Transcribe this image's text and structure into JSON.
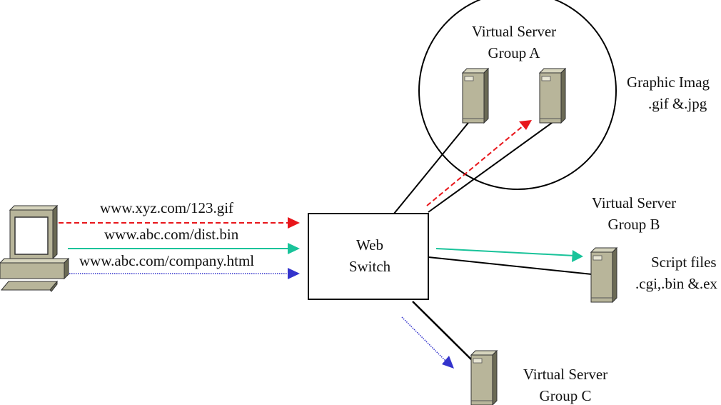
{
  "client": {
    "name": "client-computer"
  },
  "requests": [
    {
      "url": "www.xyz.com/123.gif",
      "color": "#e8161b",
      "style": "dashed"
    },
    {
      "url": "www.abc.com/dist.bin",
      "color": "#19c39a",
      "style": "solid"
    },
    {
      "url": "www.abc.com/company.html",
      "color": "#3333cc",
      "style": "dotted"
    }
  ],
  "switch": {
    "line1": "Web",
    "line2": "Switch"
  },
  "groups": {
    "a": {
      "line1": "Virtual Server",
      "line2": "Group A",
      "content1": "Graphic Imag",
      "content2": ".gif &.jpg"
    },
    "b": {
      "line1": "Virtual Server",
      "line2": "Group B",
      "content1": "Script files",
      "content2": ".cgi,.bin &.ex"
    },
    "c": {
      "line1": "Virtual Server",
      "line2": "Group C"
    }
  },
  "colors": {
    "server_body": "#b8b59a",
    "server_dark": "#6b6a55",
    "red": "#e8161b",
    "teal": "#19c39a",
    "blue": "#3333cc"
  }
}
